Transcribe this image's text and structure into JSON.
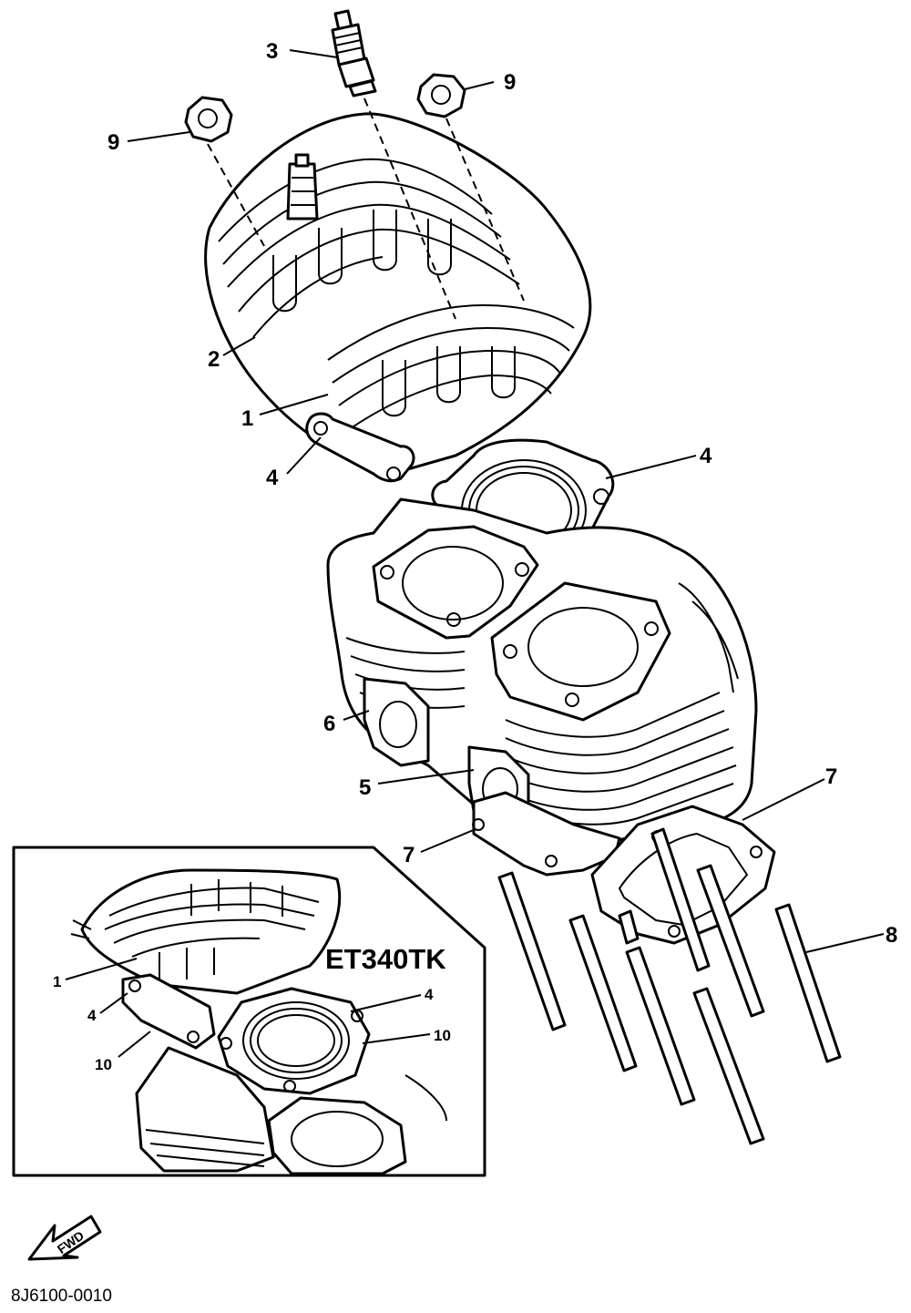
{
  "callouts": {
    "c1": "1",
    "c2": "2",
    "c3": "3",
    "c4a": "4",
    "c4b": "4",
    "c5": "5",
    "c6": "6",
    "c7a": "7",
    "c7b": "7",
    "c8": "8",
    "c9a": "9",
    "c9b": "9"
  },
  "inset": {
    "title": "ET340TK",
    "c1": "1",
    "c4a": "4",
    "c4b": "4",
    "c10a": "10",
    "c10b": "10"
  },
  "fwd_label": "FWD",
  "drawing_code": "8J6100-0010",
  "colors": {
    "line": "#000000",
    "background": "#ffffff"
  }
}
